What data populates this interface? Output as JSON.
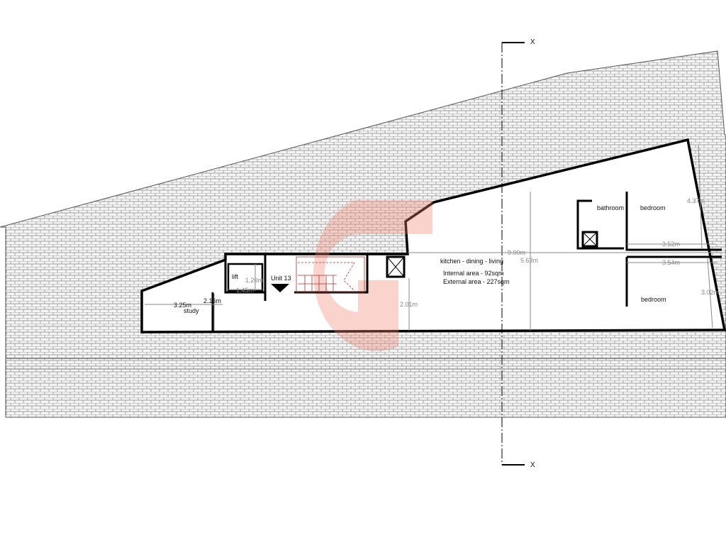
{
  "plan": {
    "unit_label": "Unit 13",
    "rooms": {
      "lift": "lift",
      "study": "study",
      "kitchen": "kitchen - dining - living",
      "bathroom": "bathroom",
      "bedroom_1": "bedroom",
      "bedroom_2": "bedroom"
    },
    "areas": {
      "internal": "Internal area - 92sqm",
      "external": "External area - 227sqm"
    },
    "dimensions": {
      "lift_height": "1.20m",
      "lift_width": "1.45m",
      "study_width": "3.25m",
      "study_height": "2.16m",
      "stair_height": "2.01m",
      "living_width": "9.00m",
      "living_height": "5.63m",
      "bedroom1_height": "4.37m",
      "bedroom1_width": "3.52m",
      "bedroom2_width": "3.54m",
      "bedroom2_height": "3.02m"
    },
    "section_marks": {
      "top": "X",
      "bottom": "X"
    },
    "watermark_color": "#f08070"
  }
}
